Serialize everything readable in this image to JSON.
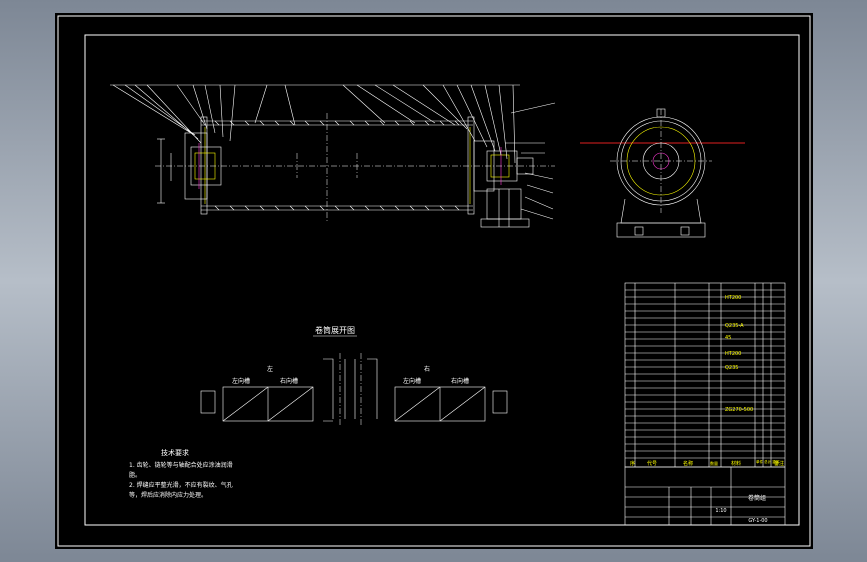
{
  "views": {
    "section_title": "卷筒展开图",
    "left_label": "左",
    "right_label": "右",
    "left_dir_a": "左向槽",
    "left_dir_b": "右向槽",
    "right_dir_a": "左向槽",
    "right_dir_b": "右向槽"
  },
  "notes": {
    "title": "技术要求",
    "line1": "1. 齿轮、链轮等与轴配合处应涂油润滑",
    "line2": "脂。",
    "line3": "2. 焊缝应平整光滑，不应有裂纹、气孔",
    "line4": "等，焊后应消除内应力处理。"
  },
  "bom": {
    "header": {
      "seq": "序",
      "code": "代号",
      "name": "名称",
      "qty": "数量",
      "material": "材料",
      "weight": "单件 总计 重量",
      "remark": "备注"
    },
    "material_notes": [
      "HT200",
      "Q235-A",
      "45",
      "HT200",
      "Q235",
      "ZG270-500"
    ]
  },
  "title_block": {
    "drawing_name": "卷筒组",
    "scale": "1:10",
    "drawing_no": "GY-1-00"
  },
  "colors": {
    "background": "#000000",
    "line": "#ffffff",
    "accent_yellow": "#ffff00",
    "accent_magenta": "#ff3ad4",
    "center_line": "#e02020"
  }
}
